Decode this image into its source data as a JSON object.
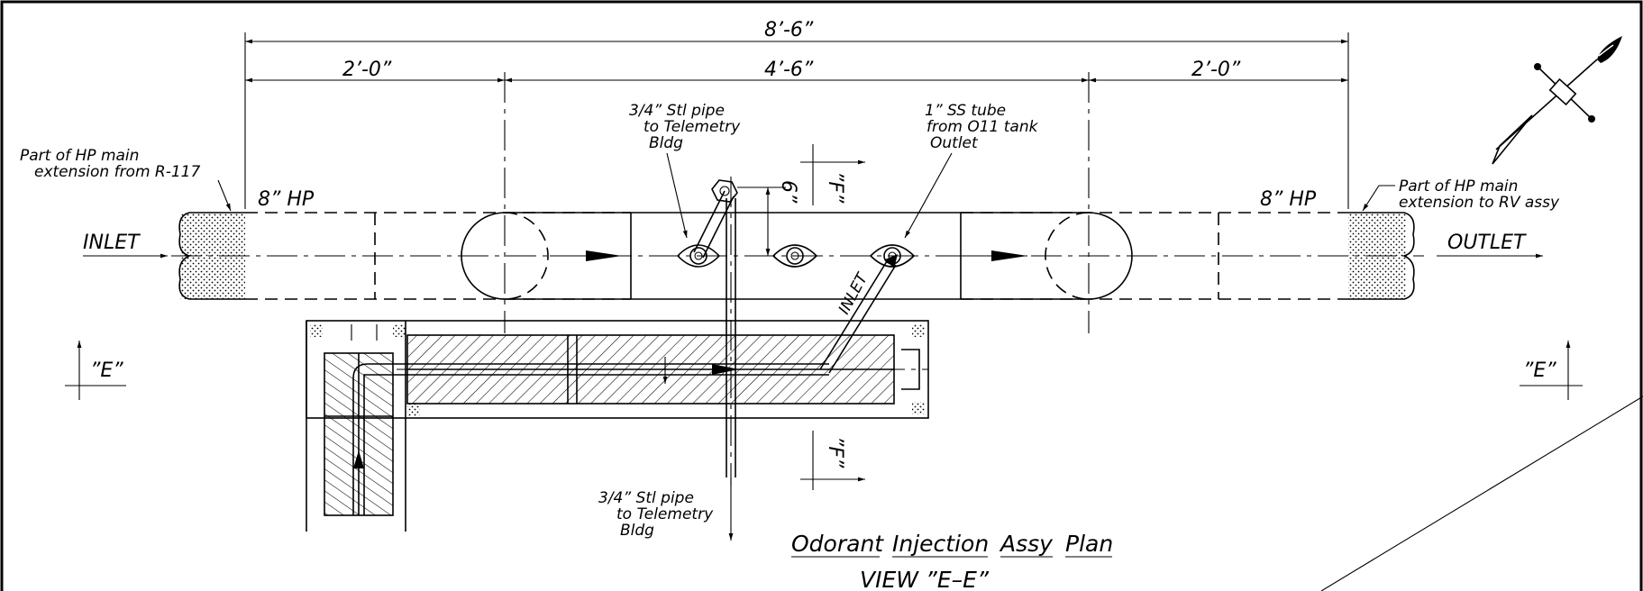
{
  "dimensions": {
    "overall": "8’-6”",
    "left": "2’-0”",
    "middle": "4’-6”",
    "right": "2’-0”",
    "vertical": "6”"
  },
  "labels": {
    "part_left_line1": "Part of HP main",
    "part_left_line2": "extension from R-117",
    "part_right_line1": "Part of HP main",
    "part_right_line2": "extension to RV assy",
    "hp_left": "8” HP",
    "hp_right": "8” HP",
    "inlet": "INLET",
    "outlet": "OUTLET",
    "pipe_top_line1": "3/4” Stl pipe",
    "pipe_top_line2": "to Telemetry",
    "pipe_top_line3": "Bldg",
    "tube_line1": "1” SS tube",
    "tube_line2": "from O11 tank",
    "tube_line3": "Outlet",
    "tube_inlet": "INLET",
    "pipe_bottom_line1": "3/4” Stl pipe",
    "pipe_bottom_line2": "to Telemetry",
    "pipe_bottom_line3": "Bldg",
    "section_left": "”E”",
    "section_right": "”E”",
    "section_f_top": "”F”",
    "section_f_bottom": "”F”"
  },
  "title": {
    "line1_words": [
      "Odorant",
      "Injection",
      "Assy",
      "Plan"
    ],
    "line2": "VIEW ”E–E”"
  },
  "icons": {
    "north_arrow": "north-arrow-icon"
  }
}
